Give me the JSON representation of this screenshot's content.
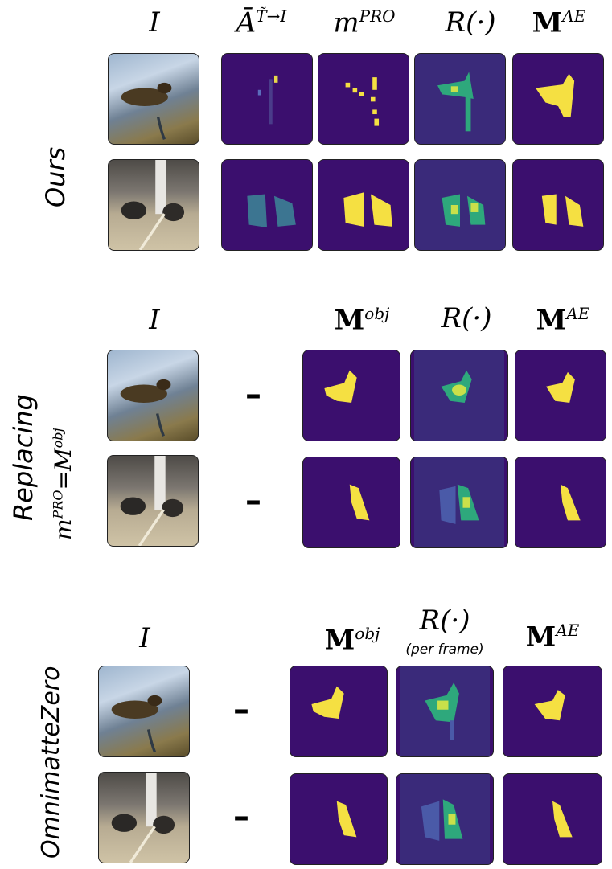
{
  "section1": {
    "label": "Ours",
    "headers": [
      "I",
      "Ā",
      "T̃→I",
      "m",
      "PRO",
      "R(·)",
      "M",
      "AE"
    ]
  },
  "section2": {
    "label": "Replacing",
    "sublabel_base": "m",
    "sublabel_sup": "PRO",
    "sublabel_rest": "=M",
    "sublabel_sup2": "obj",
    "headers": [
      "I",
      "M",
      "obj",
      "R(·)",
      "M",
      "AE"
    ],
    "dash": "–"
  },
  "section3": {
    "label": "OmnimatteZero",
    "headers": [
      "I",
      "M",
      "obj",
      "R(·)",
      "M",
      "AE"
    ],
    "rcaption": "(per frame)",
    "dash": "–"
  },
  "colors": {
    "background": "#3b0f6e",
    "mask": "#f5e042",
    "heat": "#2ea87c"
  }
}
